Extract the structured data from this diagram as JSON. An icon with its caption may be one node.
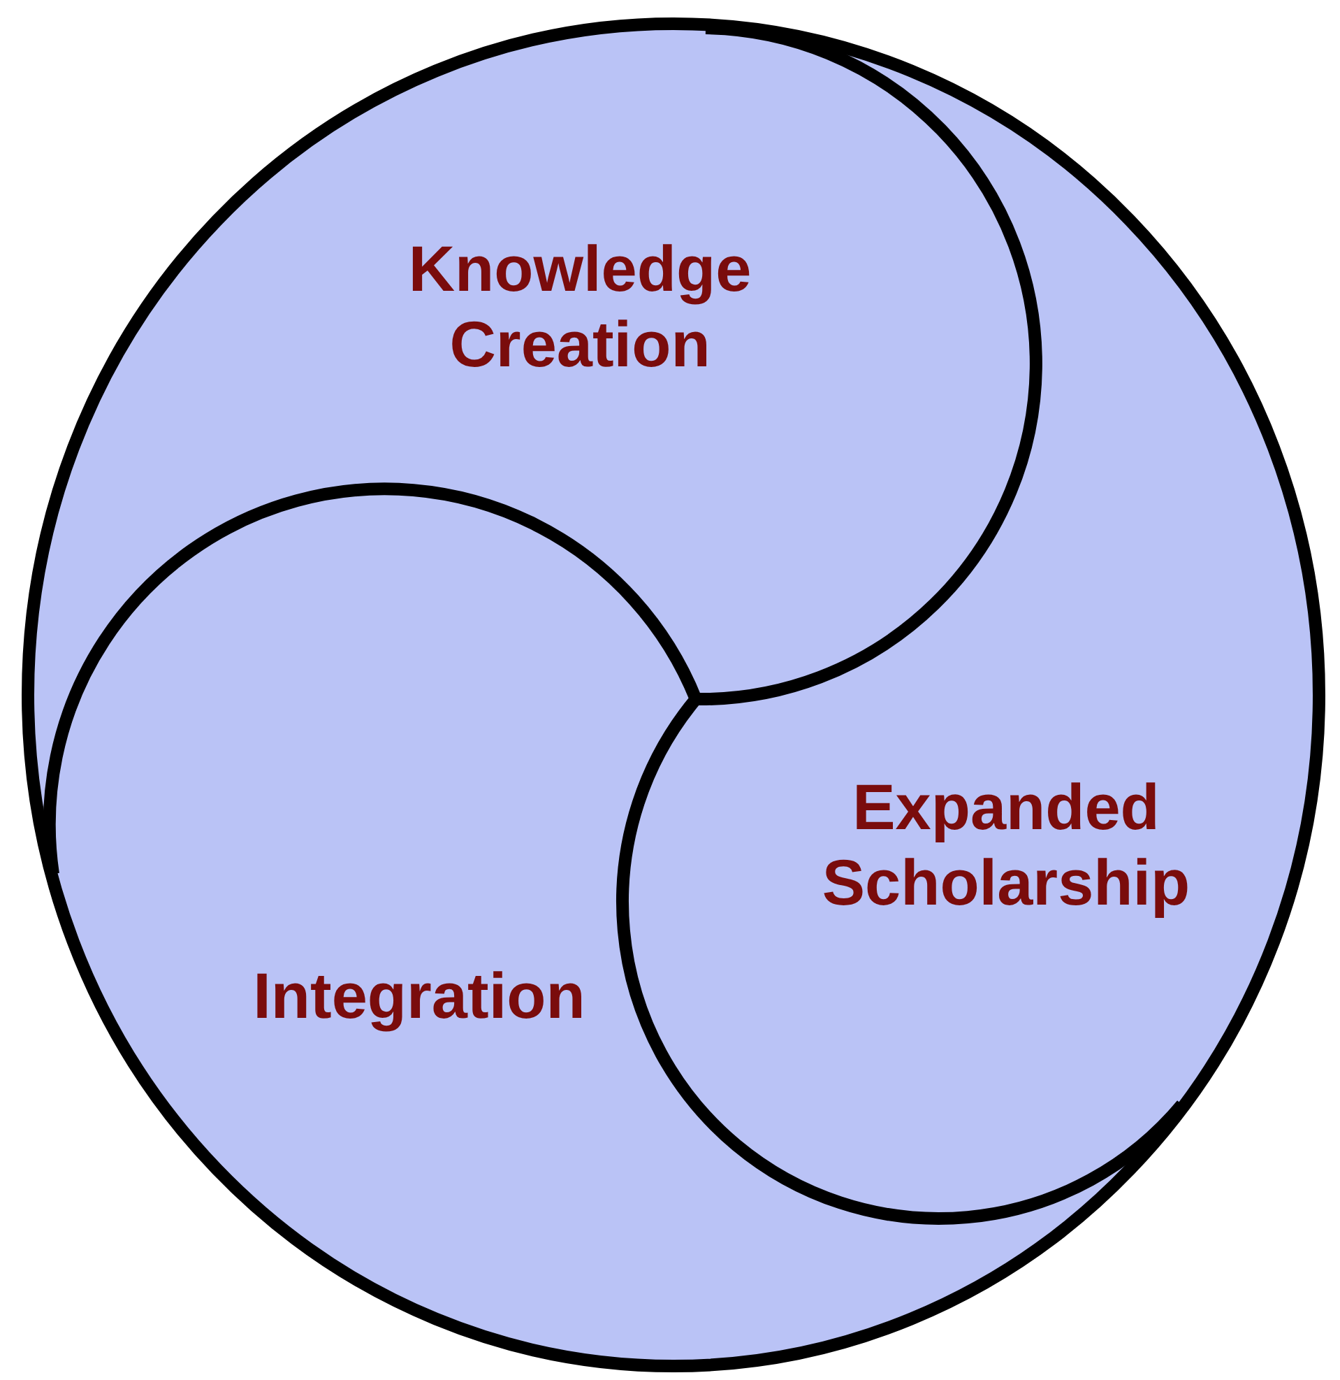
{
  "diagram": {
    "nodes": [
      {
        "text": [],
        "shape": "circle"
      },
      {
        "text": [
          "Knowledge Creation"
        ],
        "in": 0
      },
      {
        "text": [
          "Expanded Scholarship"
        ],
        "in": 0
      },
      {
        "text": [
          "Integration"
        ],
        "in": 0
      }
    ]
  }
}
